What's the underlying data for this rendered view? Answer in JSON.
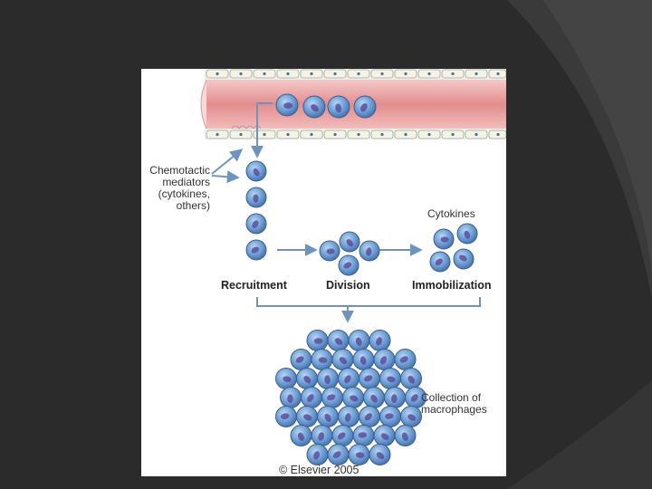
{
  "diagram": {
    "labels": {
      "chemotactic": [
        "Chemotactic",
        "mediators",
        "(cytokines,",
        "others)"
      ],
      "cytokines": "Cytokines",
      "recruitment": "Recruitment",
      "division": "Division",
      "immobilization": "Immobilization",
      "collection": [
        "Collection of",
        "macrophages"
      ],
      "copyright": "© Elsevier 2005"
    },
    "colors": {
      "slide_background": "#2b2b2b",
      "vessel": "#e9a0a0",
      "cell": "#5b8fc9",
      "nucleus": "#5a4f9e",
      "arrow": "#6f93bf"
    }
  }
}
